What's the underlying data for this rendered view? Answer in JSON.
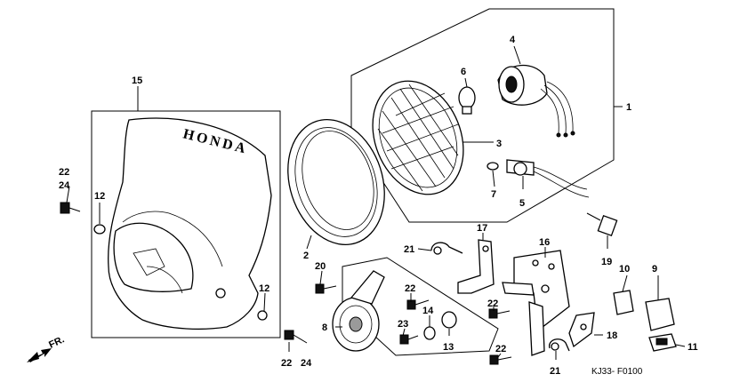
{
  "diagram": {
    "brand_text": "HONDA",
    "figure_code": "KJ33- F0100",
    "direction_label": "FR.",
    "callouts": {
      "c1": "1",
      "c2": "2",
      "c3": "3",
      "c4": "4",
      "c5": "5",
      "c6": "6",
      "c7": "7",
      "c8": "8",
      "c9": "9",
      "c10": "10",
      "c11": "11",
      "c12a": "12",
      "c12b": "12",
      "c13": "13",
      "c14": "14",
      "c15": "15",
      "c16": "16",
      "c17": "17",
      "c18": "18",
      "c19": "19",
      "c20": "20",
      "c21a": "21",
      "c21b": "21",
      "c22a": "22",
      "c24a": "24",
      "c22b": "22",
      "c24b": "24",
      "c22c": "22",
      "c22d": "22",
      "c22e": "22",
      "c23": "23"
    }
  }
}
